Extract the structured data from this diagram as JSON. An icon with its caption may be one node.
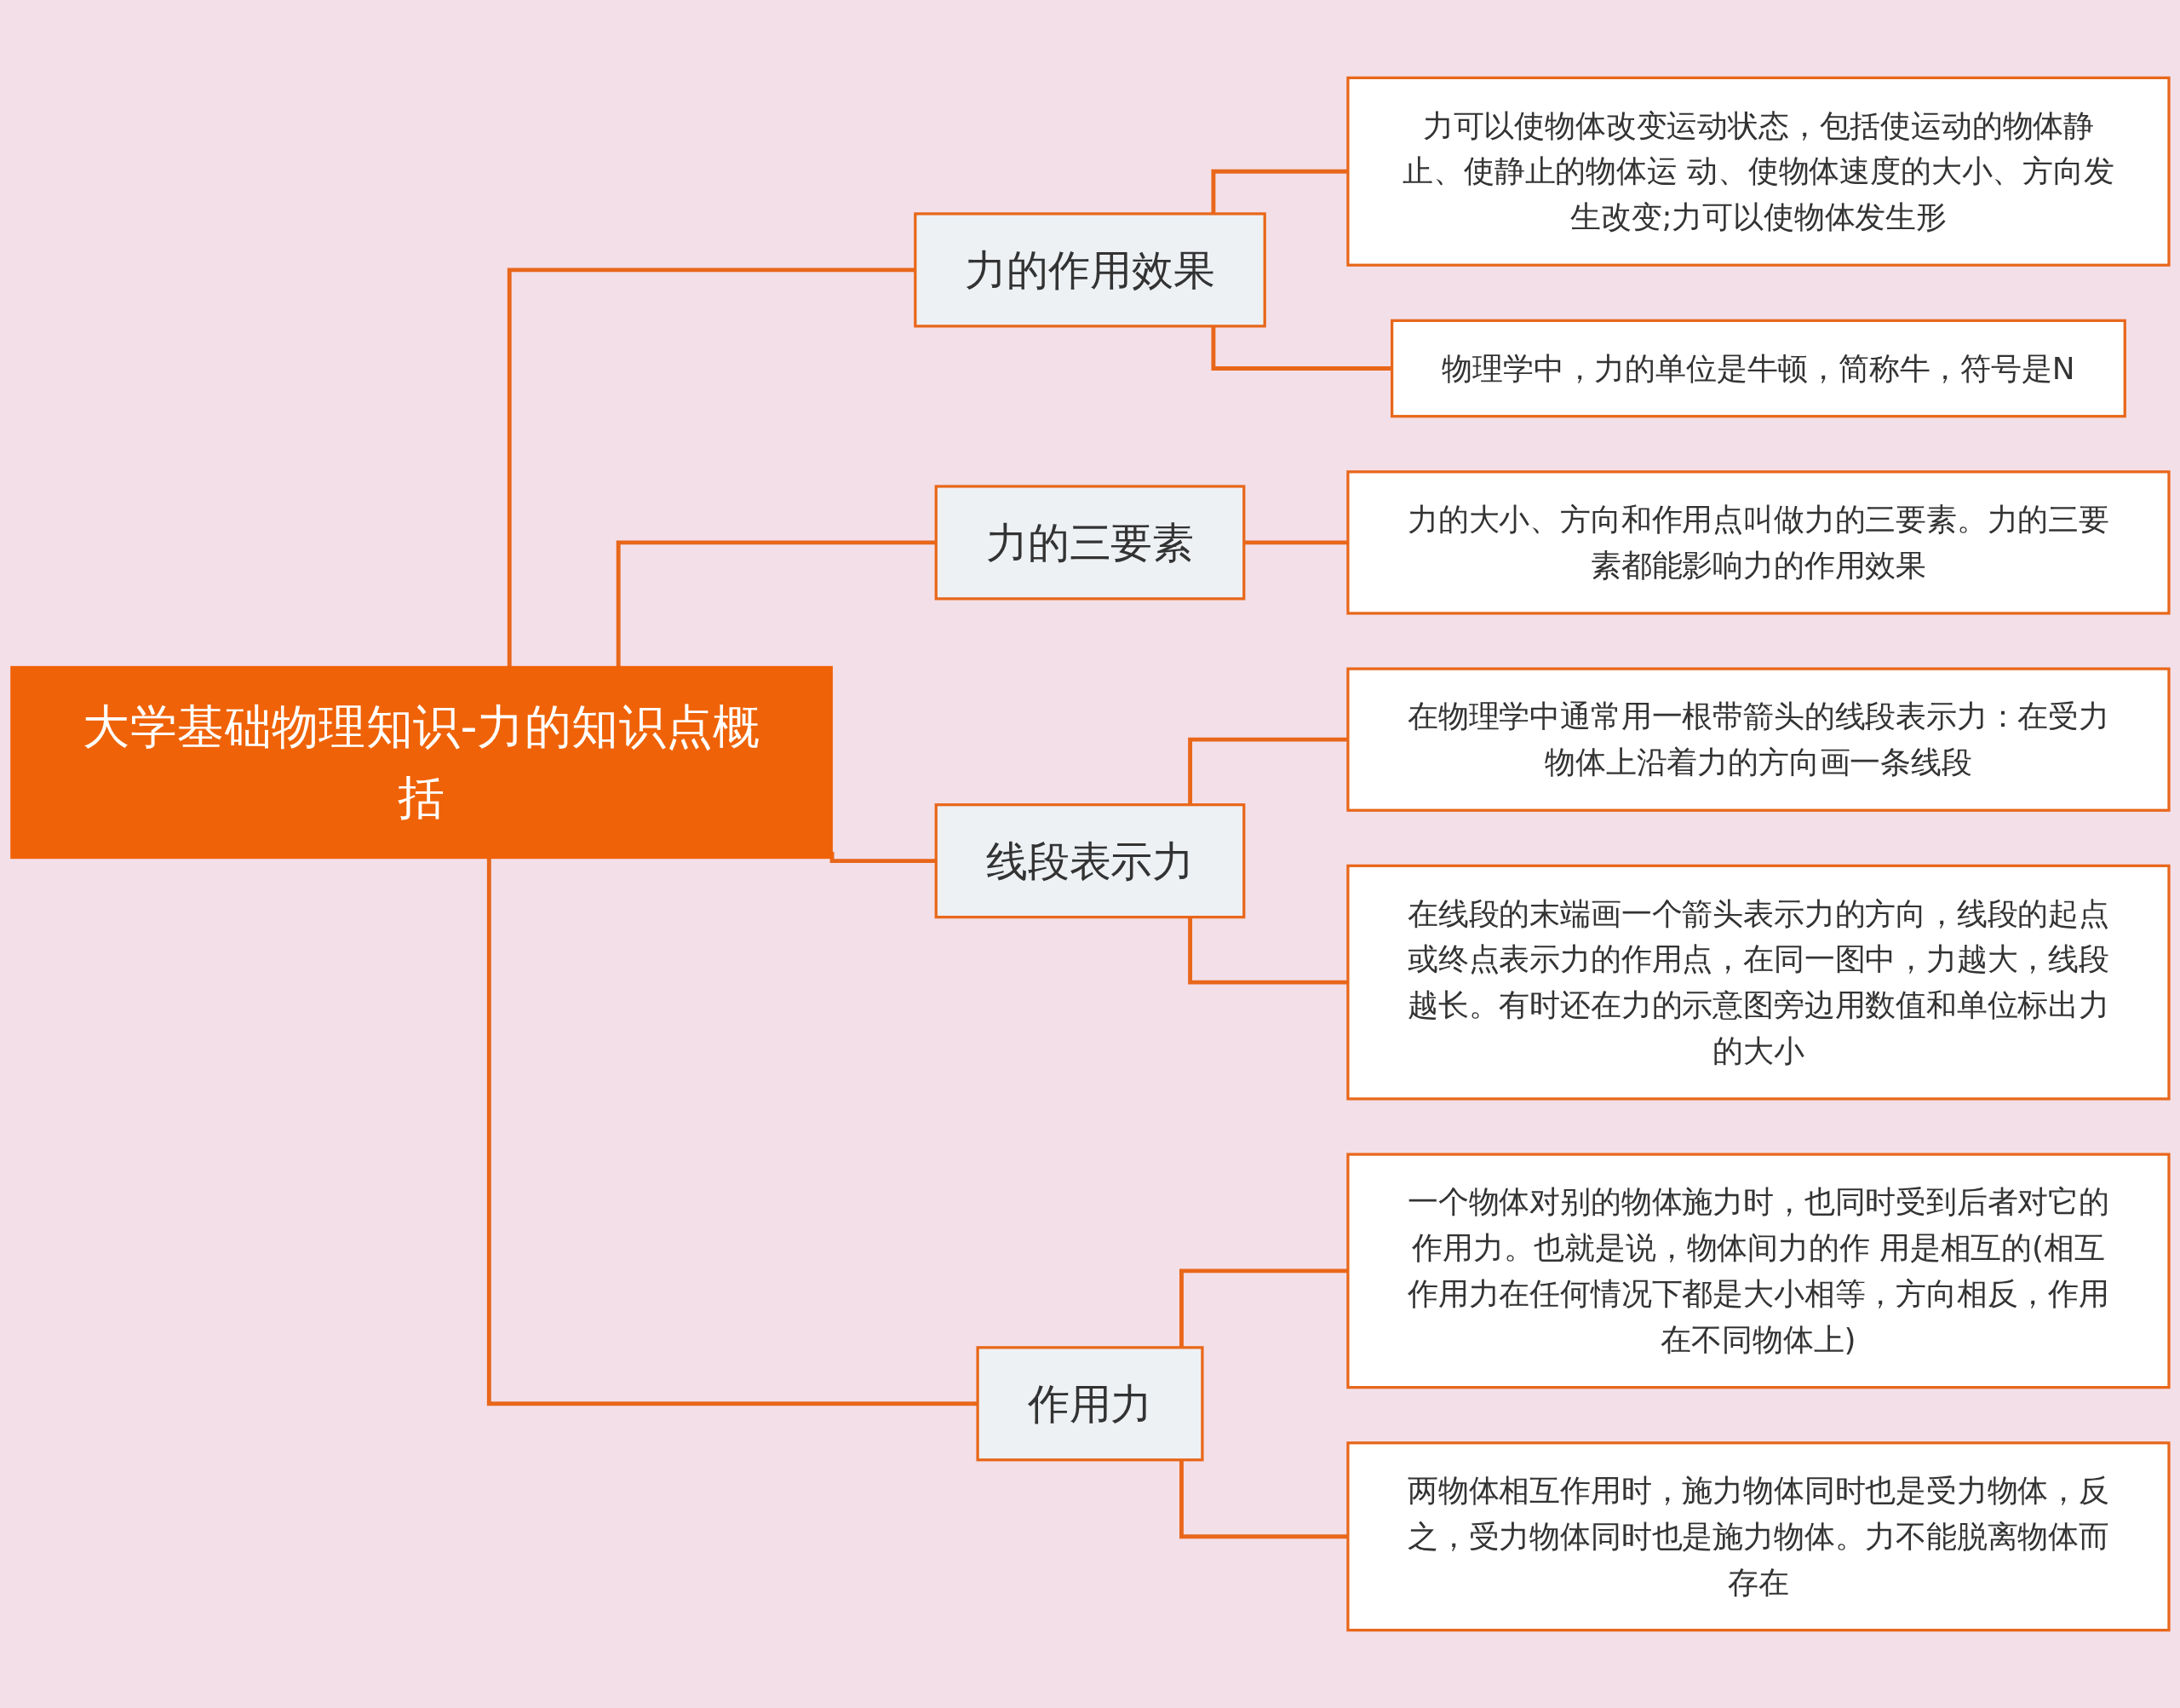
{
  "diagram": {
    "nodes": [
      {
        "text": [
          "大学基础物理知识-力的知识点概括"
        ]
      },
      {
        "text": [
          "力的作用效果"
        ]
      },
      {
        "text": [
          "力可以使物体改变运动状态，包括使运动的物体静止、使静止的物体运 动、使物体速度的大小、方向发生改变;力可以使物体发生形"
        ]
      },
      {
        "text": [
          "物理学中，力的单位是牛顿，简称牛，符号是N"
        ]
      },
      {
        "text": [
          "力的三要素"
        ]
      },
      {
        "text": [
          "力的大小、方向和作用点叫做力的三要素。力的三要素都能影响力的作用效果"
        ]
      },
      {
        "text": [
          "线段表示力"
        ]
      },
      {
        "text": [
          "在物理学中通常用一根带箭头的线段表示力：在受力物体上沿着力的方向画一条线段"
        ]
      },
      {
        "text": [
          "在线段的末端画一个箭头表示力的方向，线段的起点或终点表示力的作用点，在同一图中，力越大，线段越长。有时还在力的示意图旁边用数值和单位标出力的大小"
        ]
      },
      {
        "text": [
          "作用力"
        ]
      },
      {
        "text": [
          "一个物体对别的物体施力时，也同时受到后者对它的作用力。也就是说，物体间力的作 用是相互的(相互作用力在任何情况下都是大小相等，方向相反，作用在不同物体上)"
        ]
      },
      {
        "text": [
          "两物体相互作用时，施力物体同时也是受力物体，反之，受力物体同时也是施力物体。力不能脱离物体而存在"
        ]
      }
    ],
    "edges": [
      {
        "from": 0,
        "to": 1,
        "arrow": "none"
      },
      {
        "from": 1,
        "to": 2,
        "arrow": "none"
      },
      {
        "from": 1,
        "to": 3,
        "arrow": "none"
      },
      {
        "from": 0,
        "to": 4,
        "arrow": "none"
      },
      {
        "from": 4,
        "to": 5,
        "arrow": "none"
      },
      {
        "from": 0,
        "to": 6,
        "arrow": "none"
      },
      {
        "from": 6,
        "to": 7,
        "arrow": "none"
      },
      {
        "from": 6,
        "to": 8,
        "arrow": "none"
      },
      {
        "from": 0,
        "to": 9,
        "arrow": "none"
      },
      {
        "from": 9,
        "to": 10,
        "arrow": "none"
      },
      {
        "from": 9,
        "to": 11,
        "arrow": "none"
      }
    ]
  }
}
